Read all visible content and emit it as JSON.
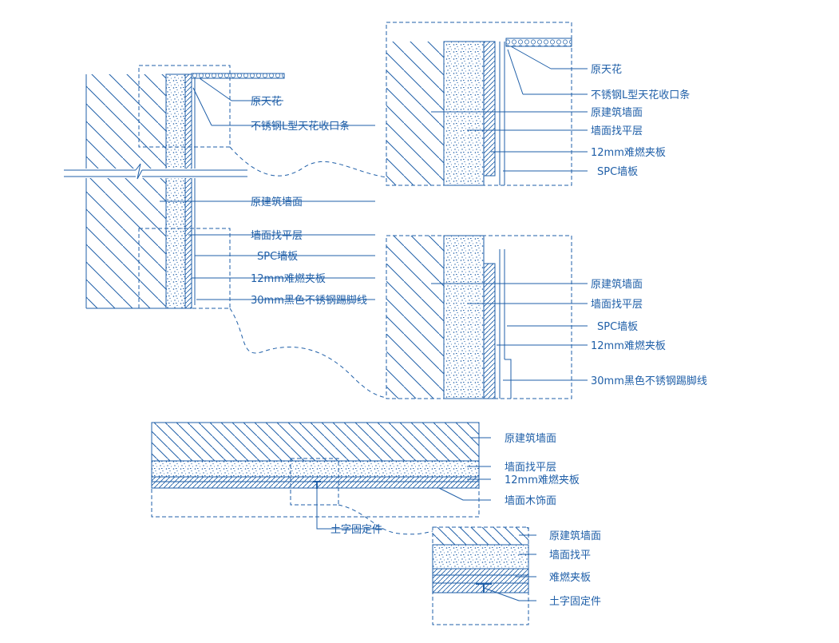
{
  "colors": {
    "line": "#1f5fa8",
    "paper": "#ffffff"
  },
  "labels": {
    "orig_ceiling": "原天花",
    "ss_trim": "不锈钢L型天花收口条",
    "orig_wall": "原建筑墙面",
    "leveling": "墙面找平层",
    "spc": "SPC墙板",
    "board12": "12mm难燃夹板",
    "skirting": "30mm黑色不锈钢踢脚线",
    "wood_finish": "墙面木饰面",
    "cross_fixing": "土字固定件",
    "leveling_short": "墙面找平",
    "fire_board": "难燃夹板"
  }
}
